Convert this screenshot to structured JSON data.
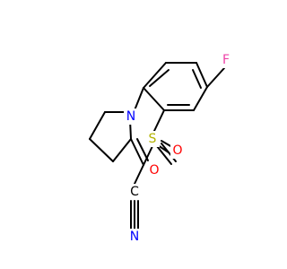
{
  "colors": {
    "bond": "#000000",
    "nitrogen": "#0000ff",
    "sulfur": "#b3b300",
    "oxygen": "#ff0000",
    "fluorine": "#ee42a7",
    "carbon": "#000000"
  },
  "atoms": {
    "fluorine": "F",
    "ring_nitrogen": "N",
    "sulfur": "S",
    "oxygen_1": "O",
    "oxygen_2": "O",
    "nitrile_carbon": "C",
    "nitrile_nitrogen": "N"
  }
}
